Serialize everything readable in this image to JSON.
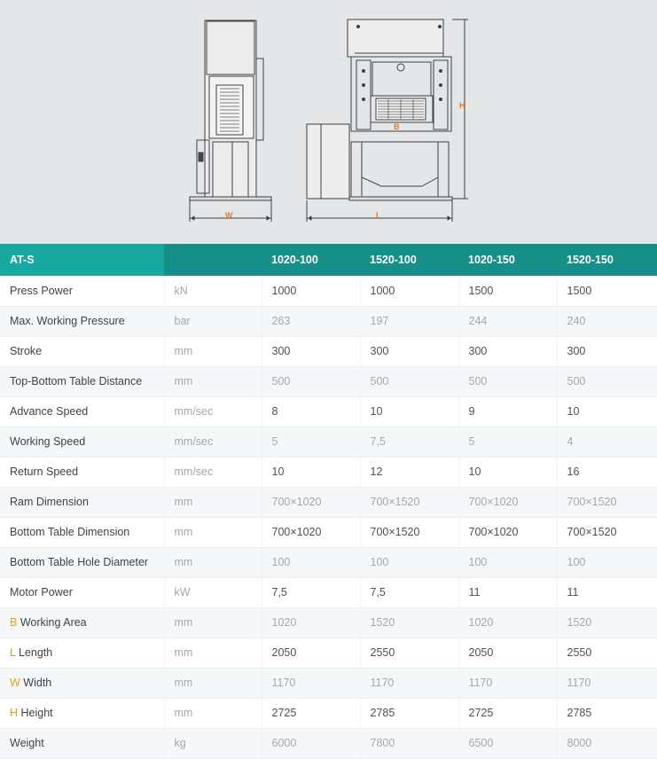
{
  "drawing": {
    "label_w": "W",
    "label_l": "L",
    "label_h": "H",
    "label_b": "B",
    "accent_color": "#e4772a"
  },
  "table": {
    "header": [
      "AT-S",
      "",
      "1020-100",
      "1520-100",
      "1020-150",
      "1520-150"
    ],
    "rows": [
      {
        "letter": "",
        "param": "Press Power",
        "unit": "kN",
        "values": [
          "1000",
          "1000",
          "1500",
          "1500"
        ]
      },
      {
        "letter": "",
        "param": "Max. Working Pressure",
        "unit": "bar",
        "values": [
          "263",
          "197",
          "244",
          "240"
        ]
      },
      {
        "letter": "",
        "param": "Stroke",
        "unit": "mm",
        "values": [
          "300",
          "300",
          "300",
          "300"
        ]
      },
      {
        "letter": "",
        "param": "Top-Bottom Table Distance",
        "unit": "mm",
        "values": [
          "500",
          "500",
          "500",
          "500"
        ]
      },
      {
        "letter": "",
        "param": "Advance Speed",
        "unit": "mm/sec",
        "values": [
          "8",
          "10",
          "9",
          "10"
        ]
      },
      {
        "letter": "",
        "param": "Working Speed",
        "unit": "mm/sec",
        "values": [
          "5",
          "7,5",
          "5",
          "4"
        ]
      },
      {
        "letter": "",
        "param": "Return Speed",
        "unit": "mm/sec",
        "values": [
          "10",
          "12",
          "10",
          "16"
        ]
      },
      {
        "letter": "",
        "param": "Ram Dimension",
        "unit": "mm",
        "values": [
          "700×1020",
          "700×1520",
          "700×1020",
          "700×1520"
        ]
      },
      {
        "letter": "",
        "param": "Bottom Table Dimension",
        "unit": "mm",
        "values": [
          "700×1020",
          "700×1520",
          "700×1020",
          "700×1520"
        ]
      },
      {
        "letter": "",
        "param": "Bottom Table Hole Diameter",
        "unit": "mm",
        "values": [
          "100",
          "100",
          "100",
          "100"
        ]
      },
      {
        "letter": "",
        "param": "Motor Power",
        "unit": "kW",
        "values": [
          "7,5",
          "7,5",
          "11",
          "11"
        ]
      },
      {
        "letter": "B",
        "param": "Working Area",
        "unit": "mm",
        "values": [
          "1020",
          "1520",
          "1020",
          "1520"
        ]
      },
      {
        "letter": "L",
        "param": "Length",
        "unit": "mm",
        "values": [
          "2050",
          "2550",
          "2050",
          "2550"
        ]
      },
      {
        "letter": "W",
        "param": "Width",
        "unit": "mm",
        "values": [
          "1170",
          "1170",
          "1170",
          "1170"
        ]
      },
      {
        "letter": "H",
        "param": "Height",
        "unit": "mm",
        "values": [
          "2725",
          "2785",
          "2725",
          "2785"
        ]
      },
      {
        "letter": "",
        "param": "Weight",
        "unit": "kg",
        "values": [
          "6000",
          "7800",
          "6500",
          "8000"
        ]
      }
    ],
    "colors": {
      "header_bg": "#1ea39a",
      "letter": "#e6a11b",
      "row_alt": "#f6f7f8"
    }
  }
}
